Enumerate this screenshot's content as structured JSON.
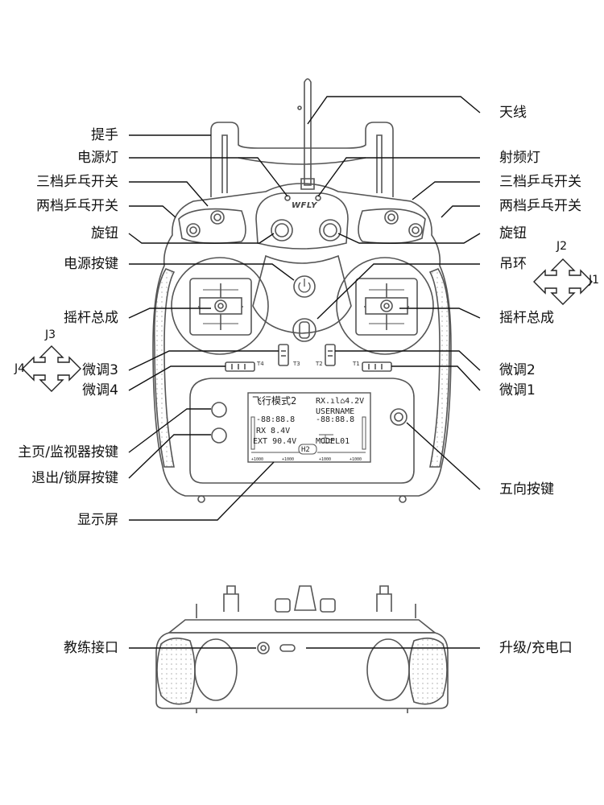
{
  "labels_left": [
    {
      "id": "handle",
      "text": "提手"
    },
    {
      "id": "power-led",
      "text": "电源灯"
    },
    {
      "id": "3pos-switch-l",
      "text": "三档乒乓开关"
    },
    {
      "id": "2pos-switch-l",
      "text": "两档乒乓开关"
    },
    {
      "id": "knob-l",
      "text": "旋钮"
    },
    {
      "id": "power-button",
      "text": "电源按键"
    },
    {
      "id": "gimbal-l",
      "text": "摇杆总成"
    },
    {
      "id": "trim3",
      "text": "微调3"
    },
    {
      "id": "trim4",
      "text": "微调4"
    },
    {
      "id": "home-button",
      "text": "主页/监视器按键"
    },
    {
      "id": "exit-button",
      "text": "退出/锁屏按键"
    },
    {
      "id": "display",
      "text": "显示屏"
    },
    {
      "id": "trainer-port",
      "text": "教练接口"
    }
  ],
  "labels_right": [
    {
      "id": "antenna",
      "text": "天线"
    },
    {
      "id": "rf-led",
      "text": "射频灯"
    },
    {
      "id": "3pos-switch-r",
      "text": "三档乒乓开关"
    },
    {
      "id": "2pos-switch-r",
      "text": "两档乒乓开关"
    },
    {
      "id": "knob-r",
      "text": "旋钮"
    },
    {
      "id": "hook",
      "text": "吊环"
    },
    {
      "id": "gimbal-r",
      "text": "摇杆总成"
    },
    {
      "id": "trim2",
      "text": "微调2"
    },
    {
      "id": "trim1",
      "text": "微调1"
    },
    {
      "id": "nav-button",
      "text": "五向按键"
    },
    {
      "id": "usb-port",
      "text": "升级/充电口"
    }
  ],
  "axes": {
    "j1": "J1",
    "j2": "J2",
    "j3": "J3",
    "j4": "J4"
  },
  "brand": "WFLY",
  "trim_marks": {
    "t1": "T1",
    "t2": "T2",
    "t3": "T3",
    "t4": "T4"
  },
  "lcd": {
    "flight_mode": "飞行模式2",
    "rx_batt": "RX.ıl⌂4.2V",
    "username": "USERNAME",
    "timer1": "-88:88.8",
    "timer2": "-88:88.8",
    "rx_voltage": "RX   8.4V",
    "ext_voltage": "EXT 90.4V",
    "model": "MODEL01",
    "mode_badge": "H2",
    "scale_a": "+1000",
    "scale_b": "+1000",
    "scale_c": "+1000",
    "scale_d": "+1000"
  }
}
